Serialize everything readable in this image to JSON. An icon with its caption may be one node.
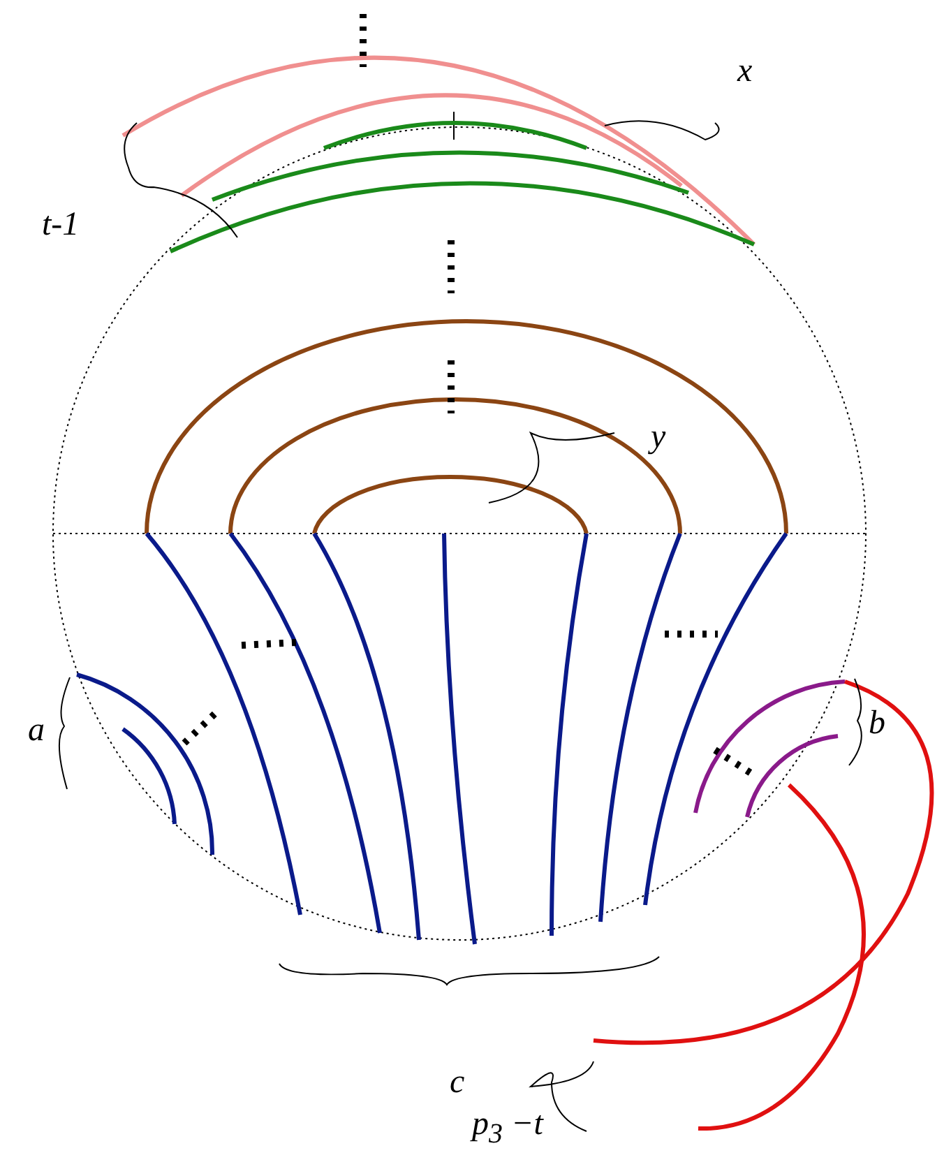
{
  "diagram": {
    "labels": [
      "x",
      "t-1",
      "y",
      "a",
      "b",
      "c",
      "p$_{3}$ −t"
    ]
  }
}
